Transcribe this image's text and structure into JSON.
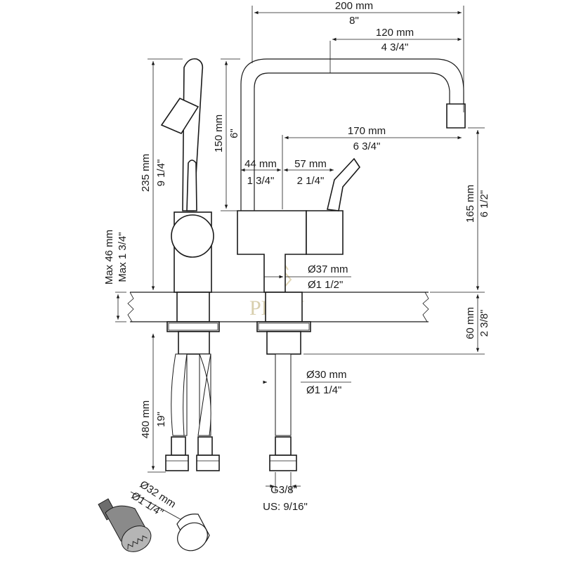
{
  "watermark": {
    "brand": "PEGU"
  },
  "dimensions": {
    "width_total_mm": "200 mm",
    "width_total_in": "8\"",
    "spout_reach_mm": "120 mm",
    "spout_reach_in": "4 3/4\"",
    "spout_height_mm": "150 mm",
    "spout_height_in": "6\"",
    "body_to_spout_mm": "170 mm",
    "body_to_spout_in": "6 3/4\"",
    "spout_offset_mm": "44 mm",
    "spout_offset_in": "1 3/4\"",
    "lever_offset_mm": "57 mm",
    "lever_offset_in": "2 1/4\"",
    "total_height_mm": "235 mm",
    "total_height_in": "9 1/4\"",
    "max_deck_mm": "Max 46 mm",
    "max_deck_in": "Max 1 3/4\"",
    "outlet_height_mm": "165 mm",
    "outlet_height_in": "6 1/2\"",
    "base_dia_mm": "Ø37 mm",
    "base_dia_in": "Ø1 1/2\"",
    "shank_len_mm": "60 mm",
    "shank_len_in": "2 3/8\"",
    "shank_dia_mm": "Ø30 mm",
    "shank_dia_in": "Ø1 1/4\"",
    "hose_len_mm": "480 mm",
    "hose_len_in": "19\"",
    "thread_label": "G3/8\"",
    "thread_us": "US: 9/16\"",
    "hole_dia_mm": "Ø32 mm",
    "hole_dia_in": "Ø1 1/4\""
  },
  "icons": [
    "hole-saw-icon",
    "drilled-plug-icon"
  ]
}
